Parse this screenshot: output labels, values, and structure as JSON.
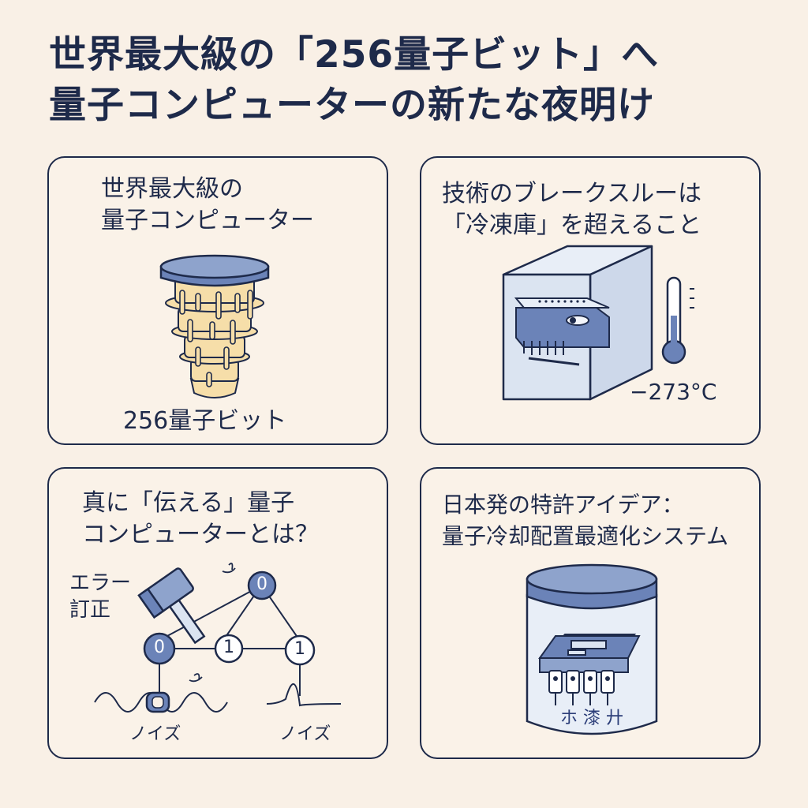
{
  "title": {
    "line1": "世界最大級の「256量子ビット」へ",
    "line2": "量子コンピューターの新たな夜明け"
  },
  "cards": [
    {
      "line1": "世界最大級の",
      "line2": "量子コンピューター",
      "caption": "256量子ビット"
    },
    {
      "line1": "技術のブレークスルーは",
      "line2": "「冷凍庫」を超えること",
      "temperature": "−273°C"
    },
    {
      "line1": "真に「伝える」量子",
      "line2": "コンピューターとは？",
      "error_label_1": "エラー",
      "error_label_2": "訂正",
      "nodes": [
        "0",
        "0",
        "1",
        "1"
      ],
      "noise_left": "ノイズ",
      "noise_right": "ノイズ"
    },
    {
      "line1": "日本発の特許アイデア：",
      "line2": "量子冷却配置最適化システム",
      "jar_text": "ホ 漆 廾"
    }
  ],
  "colors": {
    "navy": "#1e2a4a",
    "blue": "#6b83b8",
    "light_blue": "#dbe4f1",
    "cream": "#f9f0e6",
    "gold": "#f6dea9"
  }
}
